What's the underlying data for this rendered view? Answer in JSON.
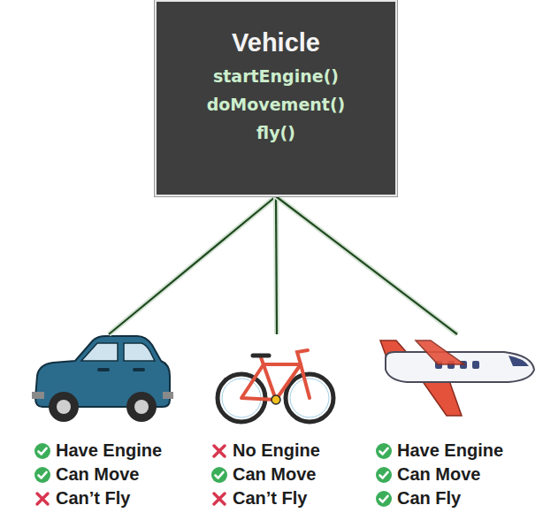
{
  "diagram": {
    "nodes": [
      {
        "text": [
          "Vehicle",
          "startEngine()",
          "doMovement()",
          "fly()"
        ]
      },
      {
        "text": [
          "Have Engine",
          "Can Move",
          "Can’t Fly"
        ]
      },
      {
        "text": [
          "No Engine",
          "Can Move",
          "Can’t Fly"
        ]
      },
      {
        "text": [
          "Have Engine",
          "Can Move",
          "Can Fly"
        ]
      }
    ],
    "edges": [
      {
        "from": 0,
        "to": 1,
        "arrow": "none"
      },
      {
        "from": 0,
        "to": 2,
        "arrow": "none"
      },
      {
        "from": 0,
        "to": 3,
        "arrow": "none"
      }
    ]
  }
}
